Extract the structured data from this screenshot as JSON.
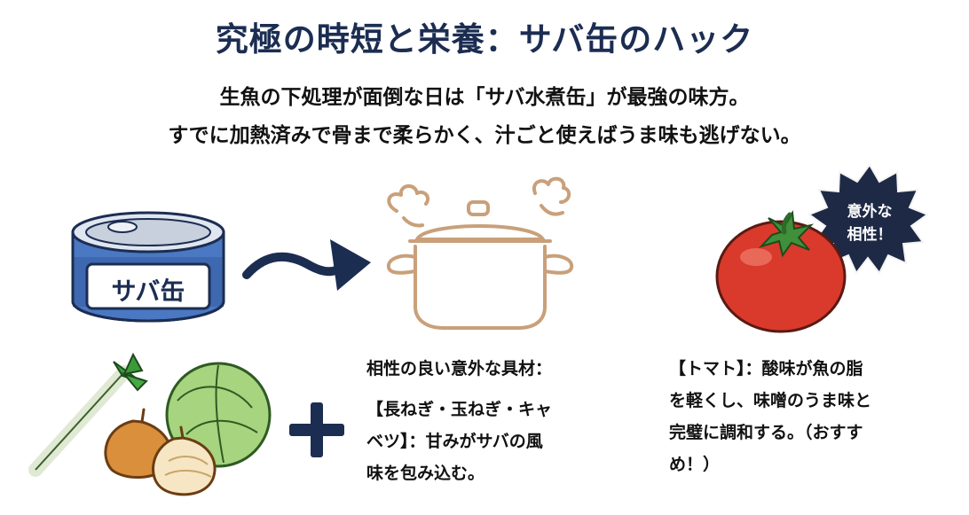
{
  "title": "究極の時短と栄養：サバ缶のハック",
  "subtitle_line1": "生魚の下処理が面倒な日は「サバ水煮缶」が最強の味方。",
  "subtitle_line2": "すでに加熱済みで骨まで柔らかく、汁ごと使えばうま味も逃げない。",
  "can_label": "サバ缶",
  "badge_line1": "意外な",
  "badge_line2": "相性！",
  "ingredients": {
    "heading": "相性の良い意外な具材：",
    "line1": "【長ねぎ・玉ねぎ・キャ",
    "line2": "ベツ】：甘みがサバの風",
    "line3": "味を包み込む。"
  },
  "tomato": {
    "line1": "【トマト】：酸味が魚の脂",
    "line2": "を軽くし、味噌のうま味と",
    "line3": "完璧に調和する。（おすす",
    "line4": "め！）"
  },
  "icons": {
    "can": "mackerel-can-icon",
    "arrow": "arrow-right-icon",
    "pot": "steaming-pot-icon",
    "tomato": "tomato-icon",
    "badge": "starburst-badge-icon",
    "vegetables": "vegetables-icon",
    "plus": "plus-icon"
  },
  "colors": {
    "navy": "#1c2d52",
    "can_blue": "#4a78c2",
    "tomato_red": "#d93a2b",
    "cabbage_green": "#8cc26a",
    "onion_orange": "#d98f3c",
    "pot_brown": "#c9a07a"
  }
}
